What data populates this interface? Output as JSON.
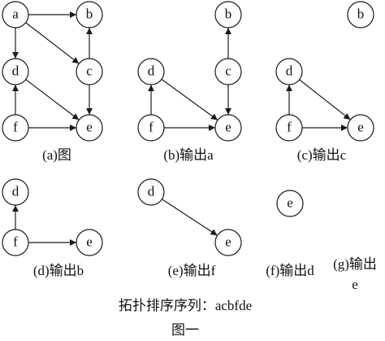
{
  "panels": [
    {
      "id": "a",
      "caption": "(a)图",
      "nodes": [
        {
          "id": "a",
          "label": "a"
        },
        {
          "id": "b",
          "label": "b"
        },
        {
          "id": "d",
          "label": "d"
        },
        {
          "id": "c",
          "label": "c"
        },
        {
          "id": "f",
          "label": "f"
        },
        {
          "id": "e",
          "label": "e"
        }
      ],
      "edges": [
        [
          "a",
          "b"
        ],
        [
          "a",
          "d"
        ],
        [
          "a",
          "c"
        ],
        [
          "c",
          "b"
        ],
        [
          "d",
          "e"
        ],
        [
          "c",
          "e"
        ],
        [
          "f",
          "d"
        ],
        [
          "f",
          "e"
        ]
      ]
    },
    {
      "id": "b",
      "caption": "(b)输出a",
      "nodes": [
        {
          "id": "b",
          "label": "b"
        },
        {
          "id": "d",
          "label": "d"
        },
        {
          "id": "c",
          "label": "c"
        },
        {
          "id": "f",
          "label": "f"
        },
        {
          "id": "e",
          "label": "e"
        }
      ],
      "edges": [
        [
          "c",
          "b"
        ],
        [
          "d",
          "e"
        ],
        [
          "c",
          "e"
        ],
        [
          "f",
          "d"
        ],
        [
          "f",
          "e"
        ]
      ]
    },
    {
      "id": "c",
      "caption": "(c)输出c",
      "nodes": [
        {
          "id": "b",
          "label": "b"
        },
        {
          "id": "d",
          "label": "d"
        },
        {
          "id": "f",
          "label": "f"
        },
        {
          "id": "e",
          "label": "e"
        }
      ],
      "edges": [
        [
          "d",
          "e"
        ],
        [
          "f",
          "d"
        ],
        [
          "f",
          "e"
        ]
      ]
    },
    {
      "id": "d",
      "caption": "(d)输出b",
      "nodes": [
        {
          "id": "d",
          "label": "d"
        },
        {
          "id": "f",
          "label": "f"
        },
        {
          "id": "e",
          "label": "e"
        }
      ],
      "edges": [
        [
          "f",
          "d"
        ],
        [
          "f",
          "e"
        ]
      ]
    },
    {
      "id": "e",
      "caption": "(e)输出f",
      "nodes": [
        {
          "id": "d",
          "label": "d"
        },
        {
          "id": "e",
          "label": "e"
        }
      ],
      "edges": [
        [
          "d",
          "e"
        ]
      ]
    },
    {
      "id": "f",
      "caption": "(f)输出d",
      "nodes": [
        {
          "id": "e",
          "label": "e"
        }
      ],
      "edges": []
    },
    {
      "id": "g",
      "caption_line1": "(g)输出",
      "caption_line2": "e",
      "nodes": [],
      "edges": []
    }
  ],
  "footer": {
    "sequence": "拓扑排序序列：acbfde",
    "figure_title": "图一"
  },
  "colors": {
    "stroke": "#1a1a1a",
    "fill": "#ffffff",
    "text": "#111111"
  }
}
